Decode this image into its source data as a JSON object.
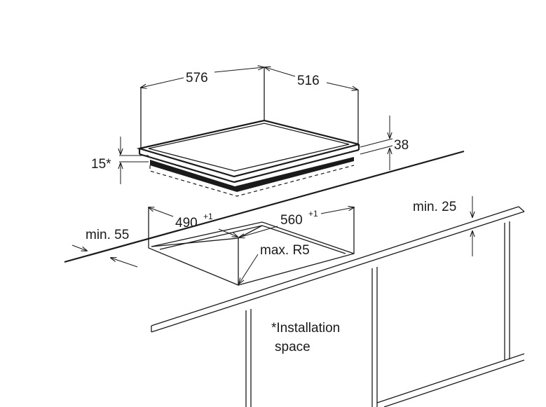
{
  "dimensions": {
    "width": "576",
    "depth": "516",
    "thickness": "38",
    "installation_depth": "15*",
    "cutout_width": "560",
    "cutout_width_tol": "+1",
    "cutout_depth": "490",
    "cutout_depth_tol": "+1",
    "front_gap": "min. 55",
    "wall_gap": "min. 25",
    "corner_radius": "max. R5"
  },
  "note": {
    "line1": "*Installation",
    "line2": "space"
  }
}
